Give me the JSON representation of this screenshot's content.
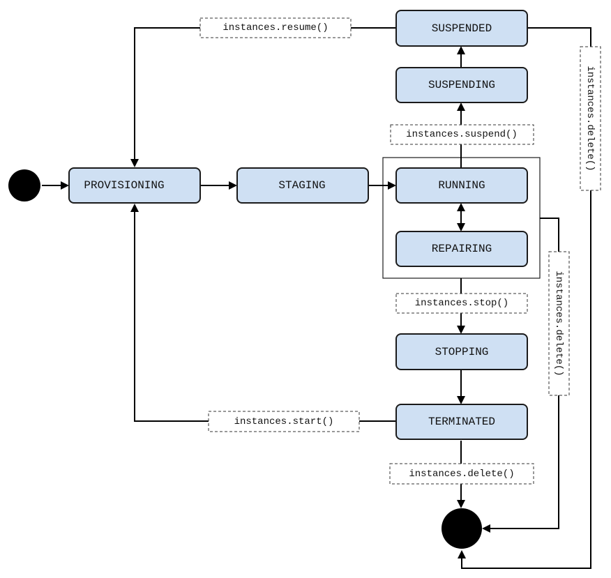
{
  "states": {
    "provisioning": "PROVISIONING",
    "staging": "STAGING",
    "running": "RUNNING",
    "repairing": "REPAIRING",
    "suspending": "SUSPENDING",
    "suspended": "SUSPENDED",
    "stopping": "STOPPING",
    "terminated": "TERMINATED"
  },
  "transitions": {
    "resume": "instances.resume()",
    "suspend": "instances.suspend()",
    "stop": "instances.stop()",
    "start": "instances.start()",
    "delete_from_terminated": "instances.delete()",
    "delete_from_running": "instances.delete()",
    "delete_from_suspended": "instances.delete()"
  },
  "colors": {
    "state_fill": "#cfe0f3",
    "stroke": "#1a1a1a"
  }
}
